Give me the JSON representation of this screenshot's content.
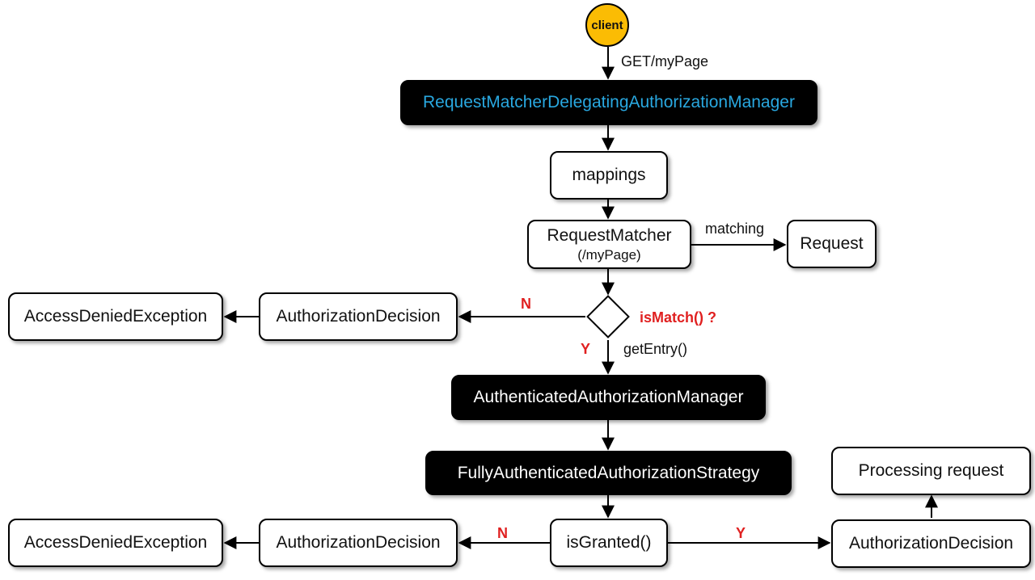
{
  "client": "client",
  "nodes": {
    "rmdam": "RequestMatcherDelegatingAuthorizationManager",
    "mappings": "mappings",
    "request_matcher": "RequestMatcher",
    "request_matcher_path": "(/myPage)",
    "request": "Request",
    "authz_decision_top": "AuthorizationDecision",
    "access_denied_top": "AccessDeniedException",
    "aam": "AuthenticatedAuthorizationManager",
    "faas": "FullyAuthenticatedAuthorizationStrategy",
    "is_granted": "isGranted()",
    "authz_decision_bottom_left": "AuthorizationDecision",
    "access_denied_bottom": "AccessDeniedException",
    "authz_decision_bottom_right": "AuthorizationDecision",
    "processing_request": "Processing request"
  },
  "labels": {
    "get_mypage": "GET/myPage",
    "matching": "matching",
    "is_match": "isMatch() ?",
    "n_top": "N",
    "y_top": "Y",
    "get_entry": "getEntry()",
    "n_bottom": "N",
    "y_bottom": "Y"
  },
  "colors": {
    "client_fill": "#fbbc04",
    "rmdam_text": "#29a8e0",
    "decision_label": "#e02020"
  }
}
